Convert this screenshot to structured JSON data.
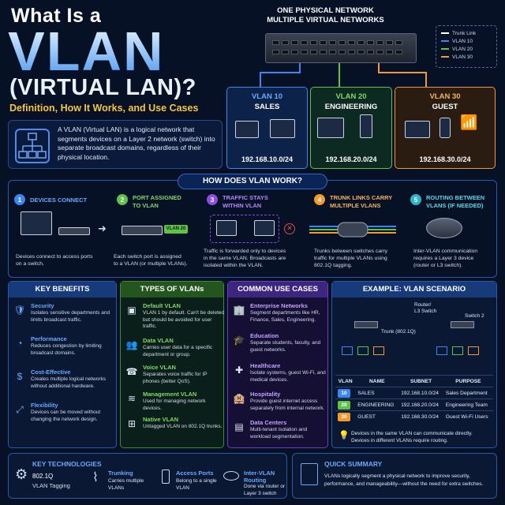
{
  "title": {
    "line1": "What Is a",
    "line2": "VLAN",
    "line3": "(VIRTUAL LAN)?",
    "tagline": "Definition, How It Works, and Use Cases"
  },
  "intro": "A VLAN (Virtual LAN) is a logical network that segments devices on a Layer 2 network (switch) into separate broadcast domains, regardless of their physical location.",
  "physical": {
    "line1": "ONE PHYSICAL NETWORK",
    "line2": "MULTIPLE VIRTUAL NETWORKS"
  },
  "legend": {
    "trunk": "Trunk Link",
    "v10": "VLAN 10",
    "v20": "VLAN 20",
    "v30": "VLAN 30"
  },
  "vlans": [
    {
      "id": "VLAN 10",
      "name": "SALES",
      "subnet": "192.168.10.0/24",
      "color": "#3b86f0"
    },
    {
      "id": "VLAN 20",
      "name": "ENGINEERING",
      "subnet": "192.168.20.0/24",
      "color": "#5fc24a"
    },
    {
      "id": "VLAN 30",
      "name": "GUEST",
      "subnet": "192.168.30.0/24",
      "color": "#f29a2e"
    }
  ],
  "how": {
    "header": "HOW DOES VLAN WORK?",
    "steps": [
      {
        "n": "1",
        "t1": "DEVICES CONNECT",
        "t2": "",
        "desc1": "Devices connect to access ports",
        "desc2": "on a switch.",
        "desc3": ""
      },
      {
        "n": "2",
        "t1": "PORT ASSIGNED",
        "t2": "TO VLAN",
        "desc1": "Each switch port is assigned",
        "desc2": "to a VLAN (or multiple VLANs).",
        "desc3": "",
        "tag": "VLAN 20"
      },
      {
        "n": "3",
        "t1": "TRAFFIC STAYS",
        "t2": "WITHIN VLAN",
        "desc1": "Traffic is forwarded only to devices",
        "desc2": "in the same VLAN. Broadcasts are",
        "desc3": "isolated within the VLAN."
      },
      {
        "n": "4",
        "t1": "TRUNK LINKS CARRY",
        "t2": "MULTIPLE VLANS",
        "desc1": "Trunks between switches carry",
        "desc2": "traffic for multiple VLANs using",
        "desc3": "802.1Q tagging."
      },
      {
        "n": "5",
        "t1": "ROUTING BETWEEN",
        "t2": "VLANS (IF NEEDED)",
        "desc1": "Inter-VLAN communication",
        "desc2": "requires a Layer 3 device",
        "desc3": "(router or L3 switch)."
      }
    ]
  },
  "benefits": {
    "header": "KEY BENEFITS",
    "items": [
      {
        "t": "Security",
        "d": "Isolates sensitive departments and limits broadcast traffic."
      },
      {
        "t": "Performance",
        "d": "Reduces congestion by limiting broadcast domains."
      },
      {
        "t": "Cost-Effective",
        "d": "Creates multiple logical networks without additional hardware."
      },
      {
        "t": "Flexibility",
        "d": "Devices can be moved without changing the network design."
      }
    ]
  },
  "types": {
    "header": "TYPES OF VLANs",
    "items": [
      {
        "t": "Default VLAN",
        "d": "VLAN 1 by default. Can't be deleted but should be avoided for user traffic."
      },
      {
        "t": "Data VLAN",
        "d": "Carries user data for a specific department or group."
      },
      {
        "t": "Voice VLAN",
        "d": "Separates voice traffic for IP phones (better QoS)."
      },
      {
        "t": "Management VLAN",
        "d": "Used for managing network devices."
      },
      {
        "t": "Native VLAN",
        "d": "Untagged VLAN on 802.1Q trunks."
      }
    ]
  },
  "uses": {
    "header": "COMMON USE CASES",
    "items": [
      {
        "t": "Enterprise Networks",
        "d": "Segment departments like HR, Finance, Sales, Engineering."
      },
      {
        "t": "Education",
        "d": "Separate students, faculty, and guest networks."
      },
      {
        "t": "Healthcare",
        "d": "Isolate systems, guest Wi-Fi, and medical devices."
      },
      {
        "t": "Hospitality",
        "d": "Provide guest internet access separately from internal network."
      },
      {
        "t": "Data Centers",
        "d": "Multi-tenant isolation and workload segmentation."
      }
    ]
  },
  "scenario": {
    "header": "EXAMPLE: VLAN SCENARIO",
    "router": "Router/",
    "router2": "L3 Switch",
    "switch2": "Switch 2",
    "trunk": "Trunk (802.1Q)",
    "cols": [
      "VLAN",
      "NAME",
      "SUBNET",
      "PURPOSE"
    ],
    "rows": [
      {
        "v": "10",
        "name": "SALES",
        "subnet": "192.168.10.0/24",
        "purpose": "Sales Department"
      },
      {
        "v": "20",
        "name": "ENGINEERING",
        "subnet": "192.168.20.0/24",
        "purpose": "Engineering Team"
      },
      {
        "v": "30",
        "name": "GUEST",
        "subnet": "192.168.30.0/24",
        "purpose": "Guest Wi-Fi Users"
      }
    ],
    "note1": "Devices in the same VLAN can communicate directly.",
    "note2": "Devices in different VLANs require routing."
  },
  "tech": {
    "header": "KEY TECHNOLOGIES",
    "t1": "802.1Q",
    "t2": "VLAN Tagging",
    "items": [
      {
        "t": "Trunking",
        "d1": "Carries multiple",
        "d2": "VLANs"
      },
      {
        "t": "Access Ports",
        "d1": "Belong to a single",
        "d2": "VLAN"
      },
      {
        "t": "Inter-VLAN Routing",
        "d1": "Done via router or",
        "d2": "Layer 3 switch"
      }
    ]
  },
  "summary": {
    "header": "QUICK SUMMARY",
    "l1": "VLANs logically segment a physical network to improve security,",
    "l2": "performance, and manageability—without the need for extra switches."
  }
}
